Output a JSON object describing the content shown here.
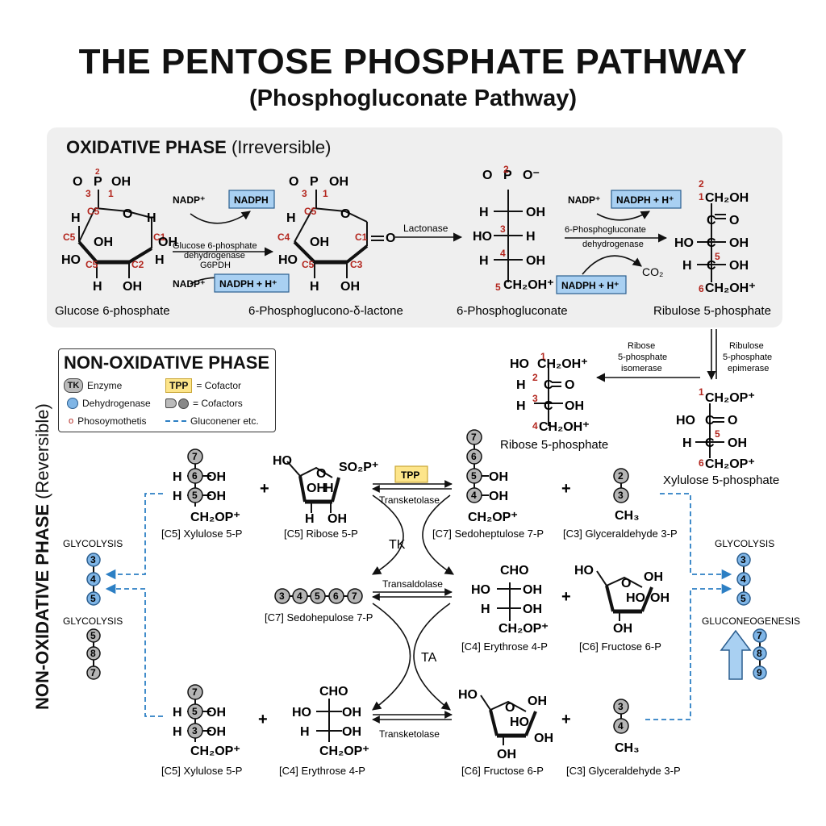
{
  "title": "THE PENTOSE PHOSPHATE PATHWAY",
  "subtitle": "(Phosphogluconate Pathway)",
  "oxidative": {
    "heading": "OXIDATIVE PHASE",
    "heading_note": "(Irreversible)",
    "compounds": [
      "Glucose 6-phosphate",
      "6-Phosphoglucono-δ-lactone",
      "6-Phosphogluconate",
      "Ribulose 5-phosphate"
    ],
    "enzyme1": [
      "Glucose 6-phosphate",
      "dehydrogenase",
      "G6PDH"
    ],
    "nadp_plus": "NADP⁺",
    "nadph": "NADPH",
    "nadph_h": "NADPH + H⁺",
    "lactonase": "Lactonase",
    "enzyme3": [
      "6-Phosphogluconate",
      "dehydrogenase"
    ],
    "co2": "CO₂"
  },
  "isomerase": [
    "Ribose",
    "5-phosphate",
    "isomerase"
  ],
  "epimerase": [
    "Ribulose",
    "5-phosphate",
    "epimerase"
  ],
  "ribose5p_label": "Ribose 5-phosphate",
  "xylulose5p_label": "Xylulose 5-phosphate",
  "legend": {
    "title": "NON-OXIDATIVE PHASE",
    "tk_symbol": "TK",
    "tk_text": "Enzyme",
    "tpp_symbol": "TPP",
    "tpp_text": "= Cofactor",
    "dehydro_text": "Dehydrogenase",
    "cofactors_text": "= Cofactors",
    "small_symbol": "o",
    "phos_text": "Phosoymothetis",
    "dash_text": "Gluconener etc."
  },
  "nonox": {
    "side_label": "NON-OXIDATIVE PHASE",
    "side_note": "(Reversible)",
    "row1": {
      "a": "[C5] Xylulose 5-P",
      "b": "[C5] Ribose 5-P",
      "enzyme": "Transketolase",
      "cofactor": "TPP",
      "c": "[C7] Sedoheptulose 7-P",
      "d": "[C3] Glyceraldehyde 3-P"
    },
    "row2": {
      "a": "[C7] Sedohepulose 7-P",
      "enzyme": "Transaldolase",
      "c": "[C4] Erythrose 4-P",
      "d": "[C6] Fructose 6-P"
    },
    "row3": {
      "a": "[C5] Xylulose 5-P",
      "b": "[C4] Erythrose 4-P",
      "enzyme": "Transketolase",
      "c": "[C6] Fructose 6-P",
      "d": "[C3] Glyceraldehyde 3-P"
    },
    "tk": "TK",
    "ta": "TA",
    "glycolysis": "GLYCOLYSIS",
    "gluconeogenesis": "GLUCONEOGENESIS",
    "plus": "+"
  },
  "colors": {
    "panel": "#efefef",
    "blue_box": "#a9d0f2",
    "blue_dot": "#7fb5e6",
    "grey_dot": "#b5b5b5",
    "tpp": "#fde58a",
    "dash": "#2c7fc4",
    "red_num": "#b3261e"
  }
}
